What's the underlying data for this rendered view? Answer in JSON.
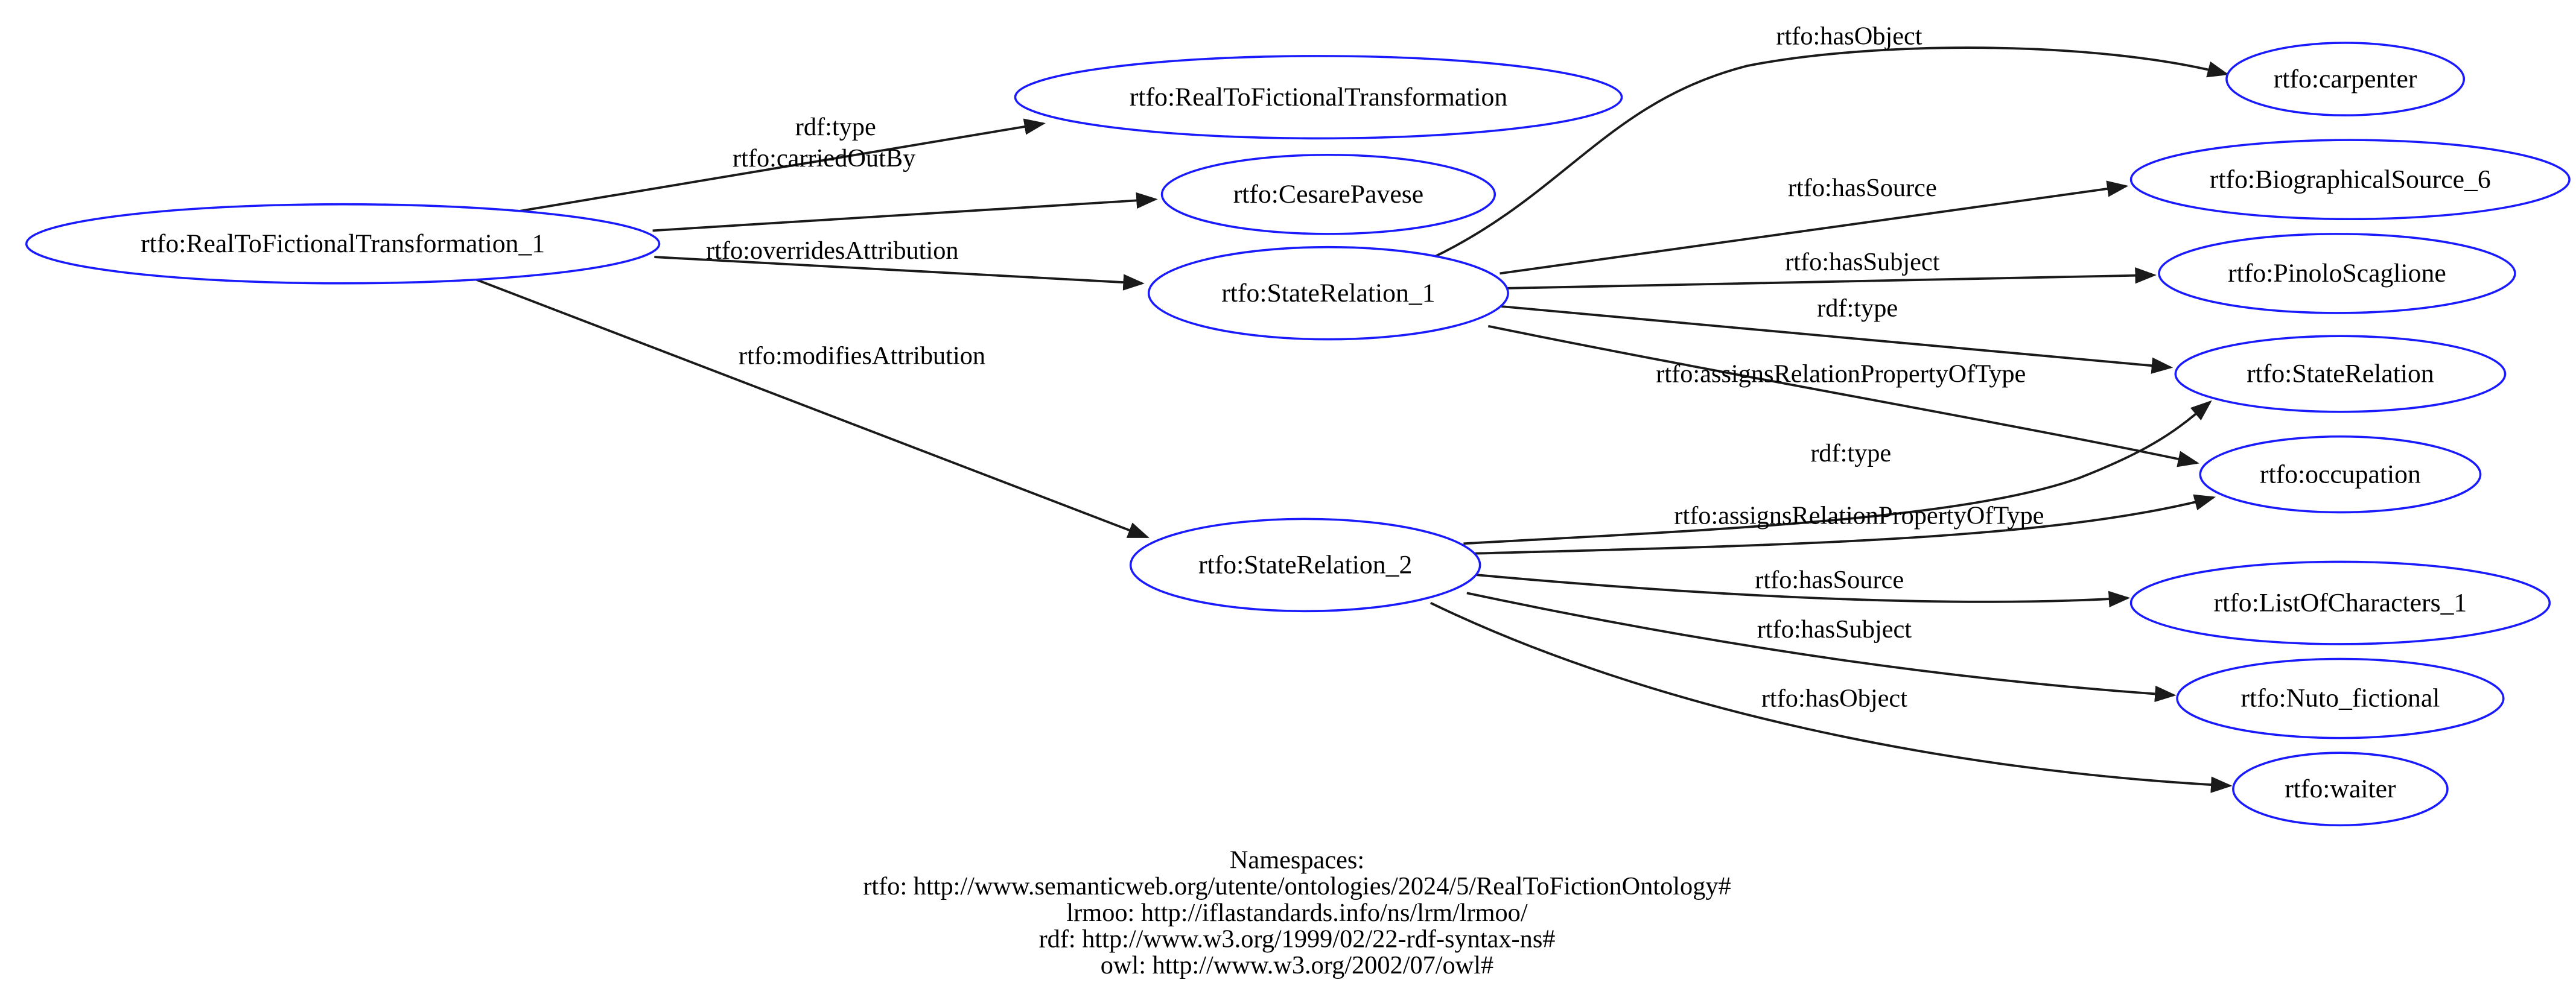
{
  "graph": {
    "kind": "rdf-ontology-directed-graph",
    "colors": {
      "node_outline": "#1a1aff",
      "edge": "#1a1a1a",
      "text": "#000000",
      "background": "#ffffff"
    },
    "nodes": [
      {
        "id": "RealToFictionalTransformation_1",
        "label": "rtfo:RealToFictionalTransformation_1"
      },
      {
        "id": "RealToFictionalTransformation",
        "label": "rtfo:RealToFictionalTransformation"
      },
      {
        "id": "CesarePavese",
        "label": "rtfo:CesarePavese"
      },
      {
        "id": "StateRelation_1",
        "label": "rtfo:StateRelation_1"
      },
      {
        "id": "StateRelation_2",
        "label": "rtfo:StateRelation_2"
      },
      {
        "id": "carpenter",
        "label": "rtfo:carpenter"
      },
      {
        "id": "BiographicalSource_6",
        "label": "rtfo:BiographicalSource_6"
      },
      {
        "id": "PinoloScaglione",
        "label": "rtfo:PinoloScaglione"
      },
      {
        "id": "StateRelation",
        "label": "rtfo:StateRelation"
      },
      {
        "id": "occupation",
        "label": "rtfo:occupation"
      },
      {
        "id": "ListOfCharacters_1",
        "label": "rtfo:ListOfCharacters_1"
      },
      {
        "id": "Nuto_fictional",
        "label": "rtfo:Nuto_fictional"
      },
      {
        "id": "waiter",
        "label": "rtfo:waiter"
      }
    ],
    "edges": [
      {
        "from": "RealToFictionalTransformation_1",
        "to": "RealToFictionalTransformation",
        "label": "rdf:type"
      },
      {
        "from": "RealToFictionalTransformation_1",
        "to": "CesarePavese",
        "label": "rtfo:carriedOutBy"
      },
      {
        "from": "RealToFictionalTransformation_1",
        "to": "StateRelation_1",
        "label": "rtfo:overridesAttribution"
      },
      {
        "from": "RealToFictionalTransformation_1",
        "to": "StateRelation_2",
        "label": "rtfo:modifiesAttribution"
      },
      {
        "from": "StateRelation_1",
        "to": "carpenter",
        "label": "rtfo:hasObject"
      },
      {
        "from": "StateRelation_1",
        "to": "BiographicalSource_6",
        "label": "rtfo:hasSource"
      },
      {
        "from": "StateRelation_1",
        "to": "PinoloScaglione",
        "label": "rtfo:hasSubject"
      },
      {
        "from": "StateRelation_1",
        "to": "StateRelation",
        "label": "rdf:type"
      },
      {
        "from": "StateRelation_1",
        "to": "occupation",
        "label": "rtfo:assignsRelationPropertyOfType"
      },
      {
        "from": "StateRelation_2",
        "to": "StateRelation",
        "label": "rdf:type"
      },
      {
        "from": "StateRelation_2",
        "to": "occupation",
        "label": "rtfo:assignsRelationPropertyOfType"
      },
      {
        "from": "StateRelation_2",
        "to": "ListOfCharacters_1",
        "label": "rtfo:hasSource"
      },
      {
        "from": "StateRelation_2",
        "to": "Nuto_fictional",
        "label": "rtfo:hasSubject"
      },
      {
        "from": "StateRelation_2",
        "to": "waiter",
        "label": "rtfo:hasObject"
      }
    ]
  },
  "namespaces": {
    "title": "Namespaces:",
    "lines": [
      "rtfo: http://www.semanticweb.org/utente/ontologies/2024/5/RealToFictionOntology#",
      "lrmoo: http://iflastandards.info/ns/lrm/lrmoo/",
      "rdf: http://www.w3.org/1999/02/22-rdf-syntax-ns#",
      "owl: http://www.w3.org/2002/07/owl#"
    ]
  }
}
